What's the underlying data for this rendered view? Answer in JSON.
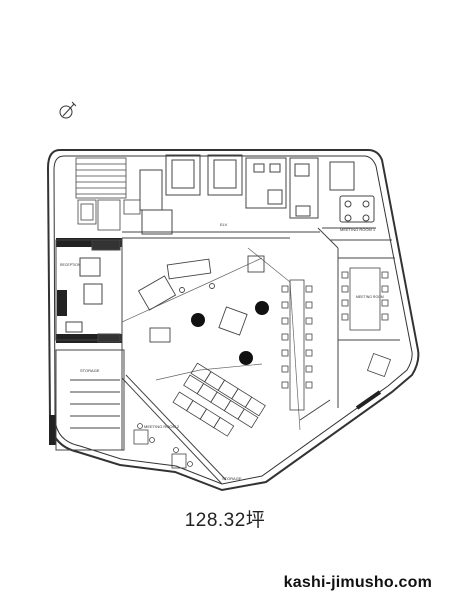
{
  "plan": {
    "area_text": "128.32坪",
    "site_text": "kashi-jimusho.com",
    "room_labels": {
      "meeting1": "MEETING ROOM 1",
      "meeting2": "MEETING ROOM 2",
      "storage": "STORAGE",
      "storage_small": "STORAGE",
      "reception": "RECEPTION",
      "elv": "ELV",
      "meeting_big": "MEETING ROOM"
    },
    "icons": [
      "north-arrow-icon"
    ]
  }
}
